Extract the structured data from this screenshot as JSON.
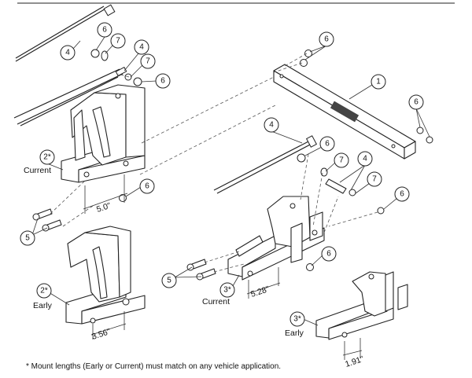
{
  "callouts": {
    "c1": "1",
    "c2_current": "2*",
    "c2_early": "2*",
    "c3_current": "3*",
    "c3_early": "3*",
    "c4_top_rod": "4",
    "c4_top_pin": "4",
    "c4_mid_rod": "4",
    "c4_mid_pin": "4",
    "c5_left": "5",
    "c5_mid": "5",
    "c6": "6",
    "c7": "7"
  },
  "labels": {
    "current": "Current",
    "early": "Early"
  },
  "dimensions": {
    "d_5_0": "5.0\"",
    "d_3_56": "3.56\"",
    "d_5_28": "5.28\"",
    "d_1_91": "1.91\""
  },
  "footnote": "* Mount lengths (Early or Current) must match on any vehicle application."
}
